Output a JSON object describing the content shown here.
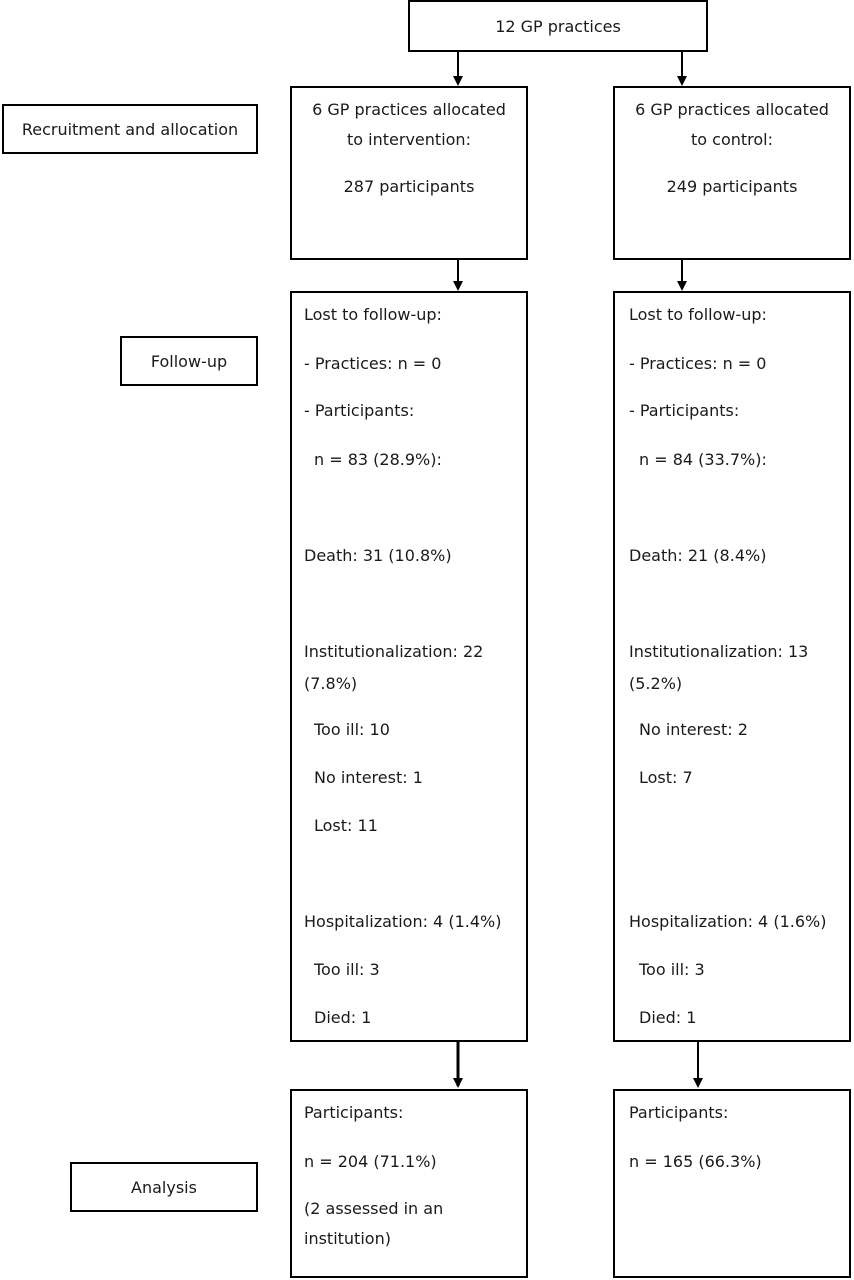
{
  "stages": {
    "recruitment": "Recruitment and allocation",
    "follow_up": "Follow-up",
    "analysis": "Analysis"
  },
  "top": {
    "label": "12 GP practices"
  },
  "intervention": {
    "allocation_line1": "6 GP practices allocated",
    "allocation_line2": "to intervention:",
    "participants": "287 participants",
    "lost_header": "Lost to follow-up:",
    "practices": "- Practices: n = 0",
    "participants_label": "- Participants:",
    "participants_n": "n = 83 (28.9%):",
    "death": "Death: 31 (10.8%)",
    "inst_line1": "Institutionalization: 22",
    "inst_line2": "(7.8%)",
    "inst_too_ill": "Too ill: 10",
    "inst_no_interest": "No interest: 1",
    "inst_lost": "Lost: 11",
    "hosp": "Hospitalization: 4 (1.4%)",
    "hosp_too_ill": "Too ill: 3",
    "hosp_died": "Died: 1",
    "analysis_header": "Participants:",
    "analysis_n": "n = 204 (71.1%)",
    "analysis_note_line1": "(2 assessed in an",
    "analysis_note_line2": "institution)"
  },
  "control": {
    "allocation_line1": "6 GP practices allocated",
    "allocation_line2": "to control:",
    "participants": "249 participants",
    "lost_header": "Lost to follow-up:",
    "practices": "- Practices: n = 0",
    "participants_label": "- Participants:",
    "participants_n": "n = 84 (33.7%):",
    "death": "Death: 21 (8.4%)",
    "inst_line1": "Institutionalization: 13",
    "inst_line2": "(5.2%)",
    "inst_no_interest": "No interest: 2",
    "inst_lost": "Lost: 7",
    "hosp": "Hospitalization: 4 (1.6%)",
    "hosp_too_ill": "Too ill: 3",
    "hosp_died": "Died: 1",
    "analysis_header": "Participants:",
    "analysis_n": "n = 165 (66.3%)"
  }
}
